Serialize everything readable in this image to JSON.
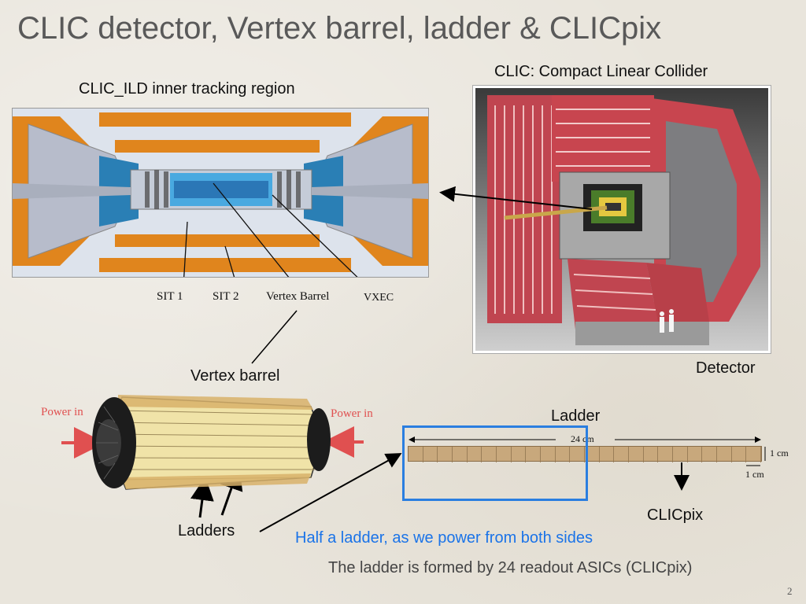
{
  "slide": {
    "title": "CLIC detector, Vertex barrel, ladder & CLICpix",
    "page_number": "2"
  },
  "top_left": {
    "caption": "CLIC_ILD inner tracking region",
    "labels": [
      "SIT 1",
      "SIT 2",
      "Vertex Barrel",
      "VXEC"
    ]
  },
  "top_right": {
    "caption": "CLIC: Compact Linear Collider",
    "bottom_label": "Detector"
  },
  "barrel": {
    "caption": "Vertex barrel",
    "power_left": "Power in",
    "power_right": "Power in",
    "ladders_label": "Ladders"
  },
  "ladder": {
    "caption": "Ladder",
    "length_label": "24 cm",
    "width_label": "1 cm",
    "chip_label": "1 cm",
    "chip_name": "CLICpix",
    "num_chips": 24
  },
  "notes": {
    "half_ladder": "Half a ladder, as we power from both sides",
    "formed_by": "The ladder is formed by 24  readout ASICs (CLICpix)"
  },
  "colors": {
    "title": "#595959",
    "blue_note": "#1a73e8",
    "power_red": "#e05050",
    "highlight_box": "#2a7ee0",
    "ladder_fill": "#c8a87c"
  }
}
